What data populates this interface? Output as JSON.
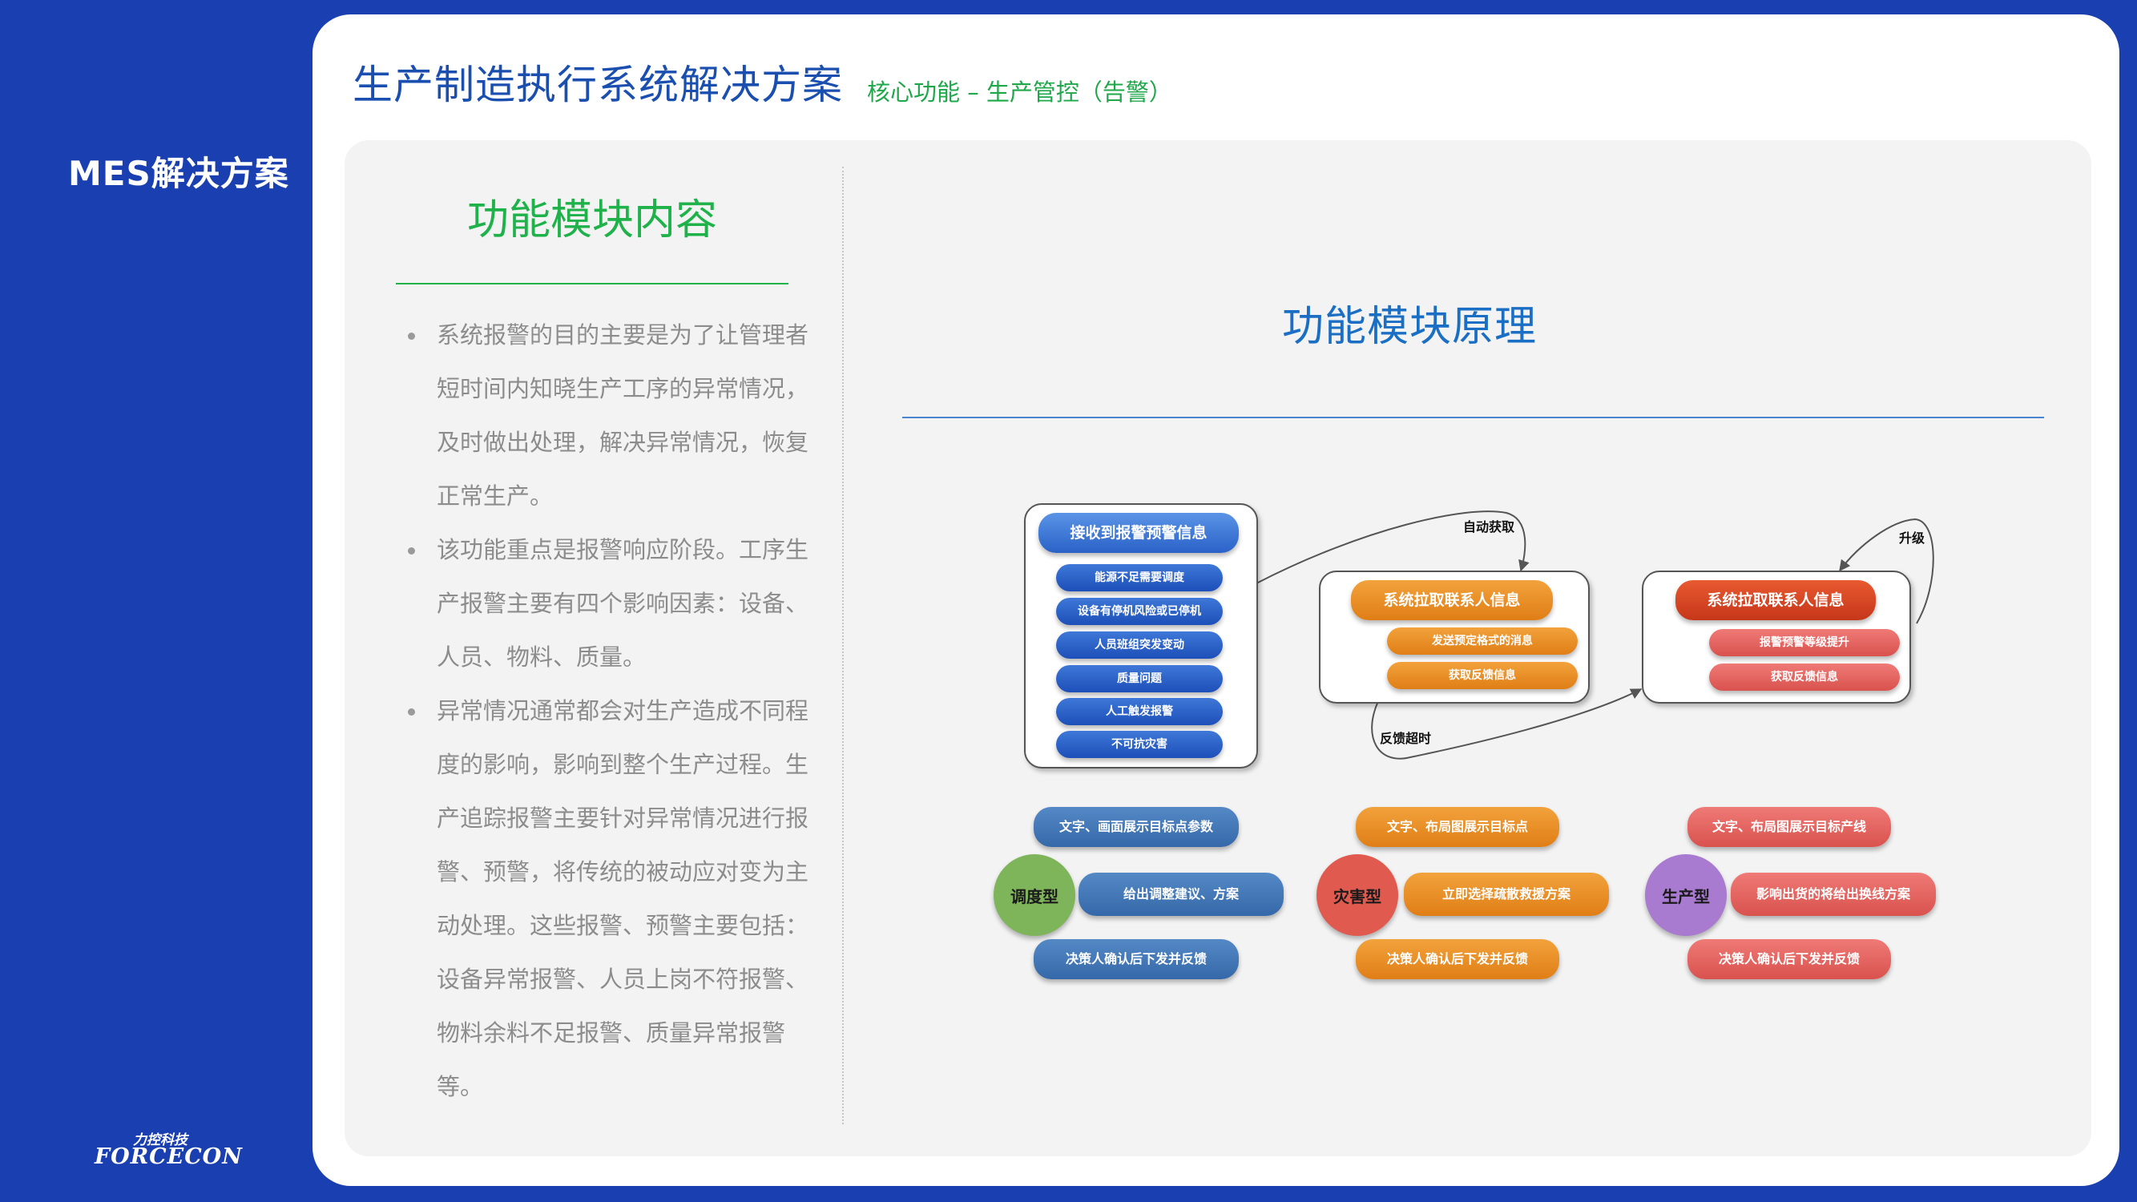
{
  "sidebar": {
    "title": "MES解决方案"
  },
  "logo": {
    "cn": "力控科技",
    "en": "FORCECON"
  },
  "header": {
    "title": "生产制造执行系统解决方案",
    "subtitle": "核心功能 – 生产管控（告警）"
  },
  "left": {
    "heading": "功能模块内容",
    "bullets": [
      "系统报警的目的主要是为了让管理者短时间内知晓生产工序的异常情况，及时做出处理，解决异常情况，恢复正常生产。",
      "该功能重点是报警响应阶段。工序生产报警主要有四个影响因素：设备、人员、物料、质量。",
      "异常情况通常都会对生产造成不同程度的影响，影响到整个生产过程。生产追踪报警主要针对异常情况进行报警、预警，将传统的被动应对变为主动处理。这些报警、预警主要包括：设备异常报警、人员上岗不符报警、物料余料不足报警、质量异常报警等。"
    ]
  },
  "right": {
    "heading": "功能模块原理"
  },
  "diagram": {
    "receive": {
      "title": "接收到报警预警信息",
      "items": [
        "能源不足需要调度",
        "设备有停机风险或已停机",
        "人员班组突发变动",
        "质量问题",
        "人工触发报警",
        "不可抗灾害"
      ]
    },
    "contact": {
      "title": "系统拉取联系人信息",
      "items": [
        "发送预定格式的消息",
        "获取反馈信息"
      ]
    },
    "escalate": {
      "title": "系统拉取联系人信息",
      "items": [
        "报警预警等级提升",
        "获取反馈信息"
      ]
    },
    "arrows": {
      "auto_fetch": "自动获取",
      "timeout": "反馈超时",
      "upgrade": "升级"
    },
    "types": [
      {
        "label": "调度型",
        "top": "文字、画面展示目标点参数",
        "middle": "给出调整建议、方案",
        "bottom": "决策人确认后下发并反馈"
      },
      {
        "label": "灾害型",
        "top": "文字、布局图展示目标点",
        "middle": "立即选择疏散救援方案",
        "bottom": "决策人确认后下发并反馈"
      },
      {
        "label": "生产型",
        "top": "文字、布局图展示目标产线",
        "middle": "影响出货的将给出换线方案",
        "bottom": "决策人确认后下发并反馈"
      }
    ]
  }
}
